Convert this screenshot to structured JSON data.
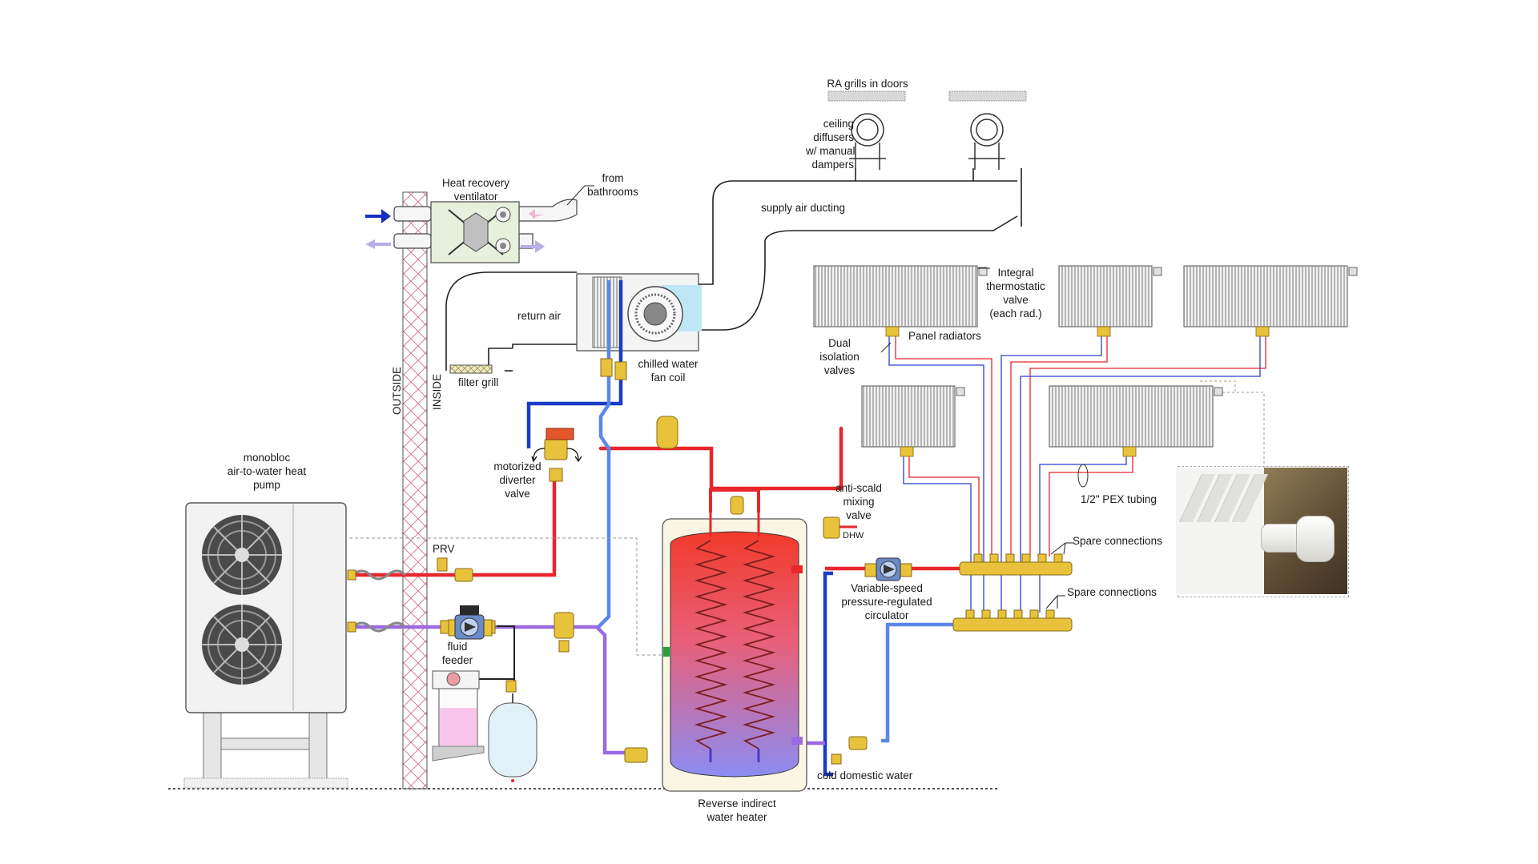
{
  "labels": {
    "ra_grills": "RA grills in doors",
    "ceiling_diffusers": [
      "ceiling",
      "diffusers",
      "w/ manual",
      "dampers"
    ],
    "hrv": [
      "Heat recovery",
      "ventilator"
    ],
    "from_bathrooms": [
      "from",
      "bathrooms"
    ],
    "supply_air_ducting": "supply air ducting",
    "return_air": "return air",
    "filter_grill": "filter grill",
    "chilled_water_fan_coil": [
      "chilled water",
      "fan coil"
    ],
    "outside": "OUTSIDE",
    "inside": "INSIDE",
    "integral_valve": [
      "Integral",
      "thermostatic",
      "valve",
      "(each rad.)"
    ],
    "panel_radiators": "Panel radiators",
    "dual_isolation": [
      "Dual",
      "isolation",
      "valves"
    ],
    "motorized_diverter": [
      "motorized",
      "diverter",
      "valve"
    ],
    "anti_scald": [
      "anti-scald",
      "mixing",
      "valve"
    ],
    "dhw": "DHW",
    "pex_tubing": "1/2\" PEX tubing",
    "spare_connections_1": "Spare connections",
    "spare_connections_2": "Spare connections",
    "heat_pump": [
      "monobloc",
      "air-to-water heat",
      "pump"
    ],
    "prv": "PRV",
    "circulator": [
      "Variable-speed",
      "pressure-regulated",
      "circulator"
    ],
    "fluid_feeder": [
      "fluid",
      "feeder"
    ],
    "cold_domestic_water": "cold domestic water",
    "water_heater": [
      "Reverse indirect",
      "water heater"
    ]
  },
  "colors": {
    "hot_supply": "#e8262c",
    "chilled_supply": "#1a3cc8",
    "return_blue": "#5b86ea",
    "return_purple": "#9b6ae0",
    "brass": "#e8c23a",
    "tank_hot": "#ef3b2c",
    "tank_cold": "#8c8cf0"
  },
  "icons": [
    "heat-pump-fan-icon",
    "circulator-pump-icon",
    "thermostatic-head-icon",
    "ceiling-diffuser-icon",
    "expansion-tank-icon"
  ]
}
